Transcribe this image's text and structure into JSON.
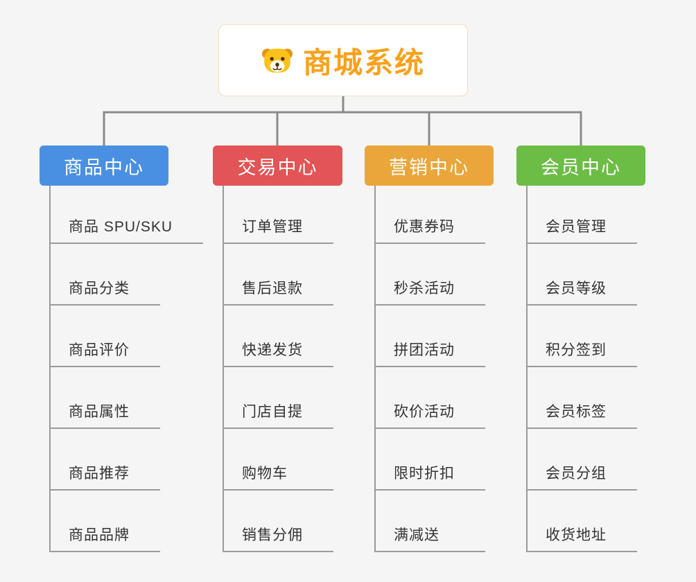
{
  "root": {
    "label": "商城系统",
    "icon": "dog-icon",
    "accent_color": "#f9a11b"
  },
  "branches": [
    {
      "label": "商品中心",
      "color": "#4a90e2",
      "children": [
        "商品 SPU/SKU",
        "商品分类",
        "商品评价",
        "商品属性",
        "商品推荐",
        "商品品牌"
      ]
    },
    {
      "label": "交易中心",
      "color": "#e25455",
      "children": [
        "订单管理",
        "售后退款",
        "快递发货",
        "门店自提",
        "购物车",
        "销售分佣"
      ]
    },
    {
      "label": "营销中心",
      "color": "#eaa63a",
      "children": [
        "优惠券码",
        "秒杀活动",
        "拼团活动",
        "砍价活动",
        "限时折扣",
        "满减送"
      ]
    },
    {
      "label": "会员中心",
      "color": "#6cbd45",
      "children": [
        "会员管理",
        "会员等级",
        "积分签到",
        "会员标签",
        "会员分组",
        "收货地址"
      ]
    }
  ]
}
